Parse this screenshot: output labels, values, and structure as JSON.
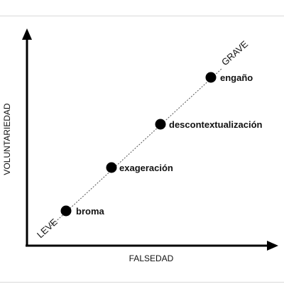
{
  "diagram": {
    "x_axis_label": "FALSEDAD",
    "y_axis_label": "VOLUNTARIEDAD",
    "scale_low_label": "LEVE",
    "scale_high_label": "GRAVE",
    "points": [
      {
        "label": "broma"
      },
      {
        "label": "exageración"
      },
      {
        "label": "descontextualización"
      },
      {
        "label": "engaño"
      }
    ]
  }
}
